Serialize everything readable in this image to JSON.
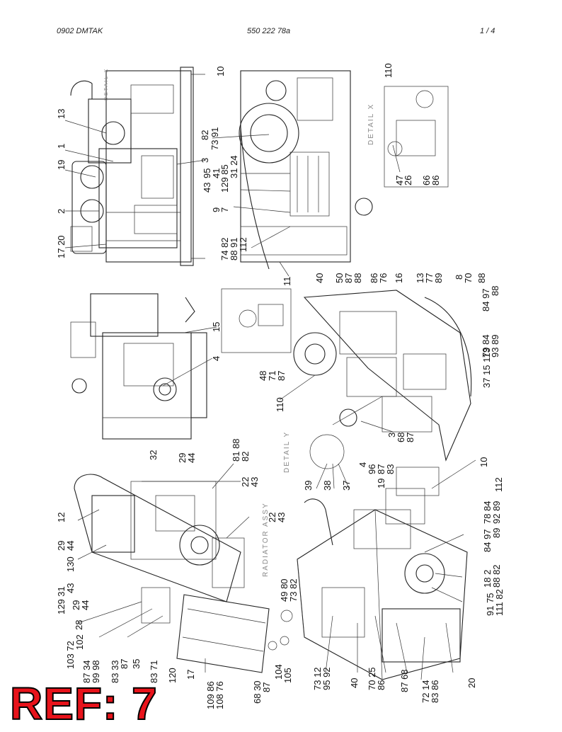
{
  "header": {
    "left": "0902 DMTAK",
    "center": "550 222 78a",
    "page": "1 /   4"
  },
  "notes": {
    "detail_x": "DETAIL X",
    "detail_x_small": "DETAIL X",
    "detail_y": "DETAIL Y",
    "radiator": "RADIATOR ASSY"
  },
  "callouts": [
    "13",
    "1",
    "19",
    "2",
    "17 20",
    "10",
    "3",
    "82",
    "73 91",
    "95",
    "41",
    "43",
    "129 85",
    "31 24",
    "9",
    "7",
    "74 82",
    "88 91",
    "112",
    "110",
    "47",
    "26",
    "66",
    "86",
    "11",
    "40",
    "50",
    "87",
    "88",
    "86",
    "76",
    "16",
    "13",
    "77",
    "89",
    "8",
    "70",
    "88",
    "84 97",
    "79 84",
    "93 89",
    "88",
    "37",
    "15 113",
    "15",
    "4",
    "48",
    "71",
    "87",
    "110",
    "3",
    "68",
    "87",
    "12",
    "29",
    "44",
    "130",
    "129 31",
    "43",
    "29",
    "44",
    "28",
    "103 72",
    "102",
    "87 34",
    "99 98",
    "83 33",
    "87",
    "35",
    "83 71",
    "120",
    "17",
    "109 86",
    "108 76",
    "68 30",
    "87",
    "104",
    "105",
    "32",
    "29",
    "44",
    "81 88",
    "82",
    "22",
    "43",
    "22",
    "43",
    "49 80",
    "73 82",
    "39",
    "38",
    "37",
    "4",
    "96",
    "87",
    "83",
    "19",
    "10",
    "78 84",
    "92 89",
    "112",
    "84 97",
    "89",
    "18 2",
    "88 82",
    "91 75",
    "111 82",
    "73 12",
    "95 92",
    "40",
    "70 25",
    "86",
    "87 68",
    "72 14",
    "83 86",
    "20"
  ],
  "ref_stamp": "REF: 7"
}
